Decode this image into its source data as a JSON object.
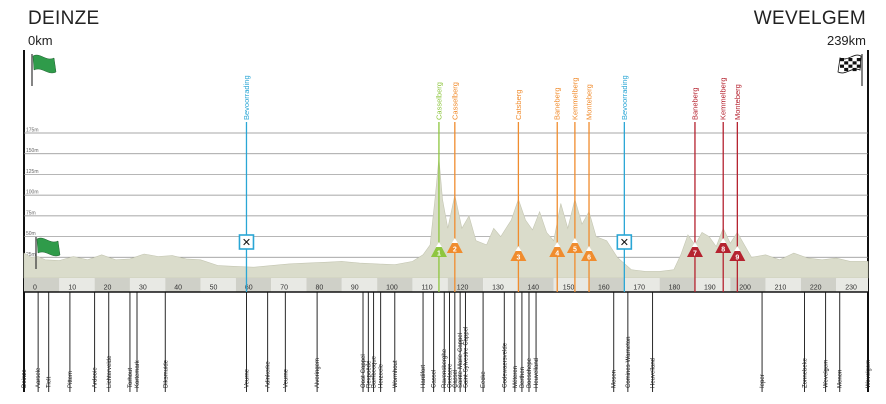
{
  "header": {
    "start_name": "DEINZE",
    "start_km": "0km",
    "finish_name": "WEVELGEM",
    "finish_km": "239km"
  },
  "chart_data": {
    "type": "area",
    "xlim": [
      0,
      239
    ],
    "ylim": [
      0,
      175
    ],
    "y_ticks": [
      "25m",
      "50m",
      "75m",
      "100m",
      "125m",
      "150m",
      "175m"
    ],
    "x_ticks": [
      0,
      10,
      20,
      30,
      40,
      50,
      60,
      70,
      80,
      90,
      100,
      110,
      120,
      130,
      140,
      150,
      160,
      170,
      180,
      190,
      200,
      210,
      220,
      230
    ],
    "profile": [
      [
        0,
        30
      ],
      [
        2,
        25
      ],
      [
        4,
        26
      ],
      [
        6,
        22
      ],
      [
        10,
        21
      ],
      [
        14,
        26
      ],
      [
        18,
        22
      ],
      [
        22,
        28
      ],
      [
        26,
        22
      ],
      [
        30,
        23
      ],
      [
        34,
        29
      ],
      [
        38,
        26
      ],
      [
        42,
        27
      ],
      [
        46,
        23
      ],
      [
        50,
        22
      ],
      [
        55,
        15
      ],
      [
        60,
        14
      ],
      [
        65,
        13
      ],
      [
        70,
        15
      ],
      [
        75,
        17
      ],
      [
        80,
        18
      ],
      [
        85,
        19
      ],
      [
        90,
        20
      ],
      [
        95,
        18
      ],
      [
        100,
        17
      ],
      [
        105,
        16
      ],
      [
        110,
        20
      ],
      [
        113,
        28
      ],
      [
        115,
        40
      ],
      [
        116.5,
        100
      ],
      [
        117.5,
        145
      ],
      [
        118.5,
        95
      ],
      [
        120,
        60
      ],
      [
        122,
        100
      ],
      [
        124,
        60
      ],
      [
        126,
        75
      ],
      [
        128,
        45
      ],
      [
        131,
        40
      ],
      [
        133,
        60
      ],
      [
        135,
        50
      ],
      [
        138,
        70
      ],
      [
        140,
        95
      ],
      [
        142,
        70
      ],
      [
        144,
        58
      ],
      [
        146,
        80
      ],
      [
        148,
        55
      ],
      [
        150,
        45
      ],
      [
        152,
        90
      ],
      [
        154,
        60
      ],
      [
        156,
        95
      ],
      [
        158,
        65
      ],
      [
        160,
        80
      ],
      [
        162,
        50
      ],
      [
        165,
        45
      ],
      [
        168,
        25
      ],
      [
        172,
        10
      ],
      [
        176,
        8
      ],
      [
        180,
        8
      ],
      [
        184,
        10
      ],
      [
        186,
        28
      ],
      [
        188,
        52
      ],
      [
        190,
        40
      ],
      [
        192,
        55
      ],
      [
        194,
        50
      ],
      [
        196,
        38
      ],
      [
        198,
        60
      ],
      [
        200,
        42
      ],
      [
        202,
        55
      ],
      [
        204,
        40
      ],
      [
        206,
        25
      ],
      [
        210,
        28
      ],
      [
        214,
        22
      ],
      [
        218,
        30
      ],
      [
        222,
        24
      ],
      [
        226,
        22
      ],
      [
        230,
        24
      ],
      [
        234,
        20
      ],
      [
        239,
        20
      ]
    ],
    "climbs": [
      {
        "num": "1",
        "name": "Casselberg",
        "km": 117.5,
        "color": "#8ec63f"
      },
      {
        "num": "2",
        "name": "Casselberg",
        "km": 122,
        "color": "#f08c2e"
      },
      {
        "num": "3",
        "name": "Catsberg",
        "km": 140,
        "color": "#f08c2e"
      },
      {
        "num": "4",
        "name": "Baneberg",
        "km": 151,
        "color": "#f08c2e"
      },
      {
        "num": "5",
        "name": "Kemmelberg",
        "km": 156,
        "color": "#f08c2e"
      },
      {
        "num": "6",
        "name": "Monteberg",
        "km": 160,
        "color": "#f08c2e"
      },
      {
        "num": "7",
        "name": "Baneberg",
        "km": 190,
        "color": "#b5222f"
      },
      {
        "num": "8",
        "name": "Kemmelberg",
        "km": 198,
        "color": "#b5222f"
      },
      {
        "num": "9",
        "name": "Monteberg",
        "km": 202,
        "color": "#b5222f"
      }
    ],
    "feed_zones": [
      {
        "name": "Bevoorrading",
        "km": 63,
        "color": "#2aa6d5"
      },
      {
        "name": "Bevoorrading",
        "km": 170,
        "color": "#2aa6d5"
      }
    ],
    "places": [
      {
        "name": "Deinze",
        "km": 0
      },
      {
        "name": "Aarsele",
        "km": 4
      },
      {
        "name": "Tielt",
        "km": 7
      },
      {
        "name": "Pittem",
        "km": 13
      },
      {
        "name": "Ardooie",
        "km": 20
      },
      {
        "name": "Lichtervelde",
        "km": 24
      },
      {
        "name": "Torhout",
        "km": 30
      },
      {
        "name": "Kortemark",
        "km": 32
      },
      {
        "name": "Diksmuide",
        "km": 40
      },
      {
        "name": "Veurne",
        "km": 63
      },
      {
        "name": "Adinkerke",
        "km": 69
      },
      {
        "name": "Veurne",
        "km": 74
      },
      {
        "name": "Alveringem",
        "km": 83
      },
      {
        "name": "Oost-Cappel",
        "km": 96
      },
      {
        "name": "Rexpoëde",
        "km": 97.5
      },
      {
        "name": "Bambecque",
        "km": 99
      },
      {
        "name": "Herzeele",
        "km": 101
      },
      {
        "name": "Wormhout",
        "km": 105
      },
      {
        "name": "Hardifort",
        "km": 113
      },
      {
        "name": "Cassel",
        "km": 116
      },
      {
        "name": "Ravensberghe",
        "km": 119
      },
      {
        "name": "Oxelaere",
        "km": 120.5
      },
      {
        "name": "Cassel",
        "km": 122
      },
      {
        "name": "Sainte-Marie-Cappel",
        "km": 123.5
      },
      {
        "name": "Saint-Sylvestre-Cappel",
        "km": 125
      },
      {
        "name": "Eecke",
        "km": 130
      },
      {
        "name": "Godewaersvelde",
        "km": 136
      },
      {
        "name": "Méteren",
        "km": 139
      },
      {
        "name": "Berthen",
        "km": 141
      },
      {
        "name": "Boeschepe",
        "km": 143
      },
      {
        "name": "Heuvelland",
        "km": 145
      },
      {
        "name": "Mesen",
        "km": 167
      },
      {
        "name": "Comines-Warneton",
        "km": 171
      },
      {
        "name": "Heuvelland",
        "km": 178
      },
      {
        "name": "Ieper",
        "km": 209
      },
      {
        "name": "Zonnebeke",
        "km": 221
      },
      {
        "name": "Wevelgem",
        "km": 227
      },
      {
        "name": "Menen",
        "km": 231
      },
      {
        "name": "Wevelgem",
        "km": 239
      }
    ]
  }
}
